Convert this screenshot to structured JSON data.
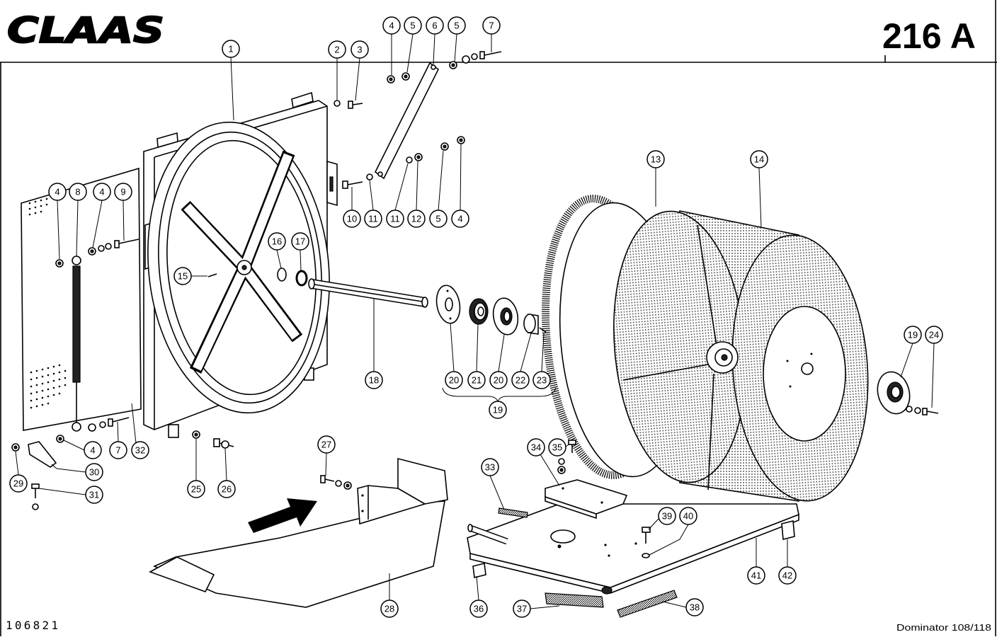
{
  "header": {
    "logo": "CLAAS",
    "page_number": "216 A"
  },
  "footer": {
    "drawing_number": "106821",
    "model": "Dominator 108/118"
  },
  "callouts": [
    "1",
    "2",
    "3",
    "4",
    "5",
    "6",
    "5",
    "7",
    "10",
    "11",
    "11",
    "12",
    "5",
    "4",
    "4",
    "8",
    "4",
    "9",
    "15",
    "16",
    "17",
    "18",
    "20",
    "21",
    "20",
    "22",
    "23",
    "19",
    "13",
    "14",
    "19",
    "24",
    "4",
    "7",
    "32",
    "29",
    "30",
    "31",
    "25",
    "26",
    "27",
    "33",
    "34",
    "35",
    "39",
    "40",
    "41",
    "42",
    "28",
    "36",
    "37",
    "38"
  ]
}
